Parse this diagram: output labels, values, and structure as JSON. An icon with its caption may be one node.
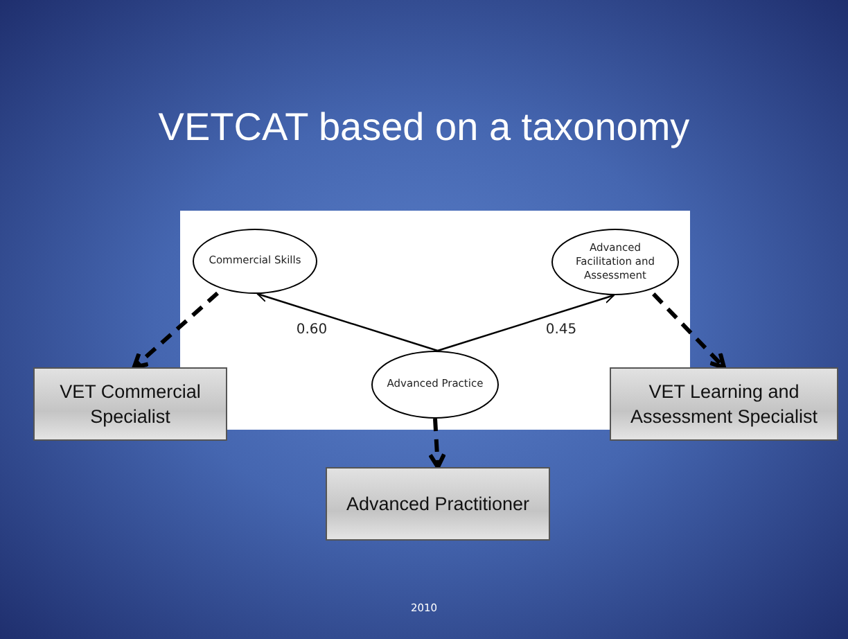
{
  "diagram": {
    "title": "VETCAT based on a taxonomy",
    "nodes": [
      {
        "text": [
          "Commercial Skills"
        ]
      },
      {
        "text": [
          "Advanced Facilitation and Assessment"
        ]
      },
      {
        "text": [
          "Advanced Practice"
        ]
      },
      {
        "text": [
          "VET Commercial Specialist"
        ]
      },
      {
        "text": [
          "VET Learning and Assessment Specialist"
        ]
      },
      {
        "text": [
          "Advanced Practitioner"
        ]
      }
    ],
    "edges": [
      {
        "from": 2,
        "to": 0,
        "arrow": "to",
        "label": "0.60"
      },
      {
        "from": 2,
        "to": 1,
        "arrow": "to",
        "label": "0.45"
      },
      {
        "from": 0,
        "to": 3,
        "arrow": "to",
        "style": "dashed"
      },
      {
        "from": 1,
        "to": 4,
        "arrow": "to",
        "style": "dashed"
      },
      {
        "from": 2,
        "to": 5,
        "arrow": "to",
        "style": "dashed"
      }
    ],
    "labels": [
      "2010"
    ]
  }
}
